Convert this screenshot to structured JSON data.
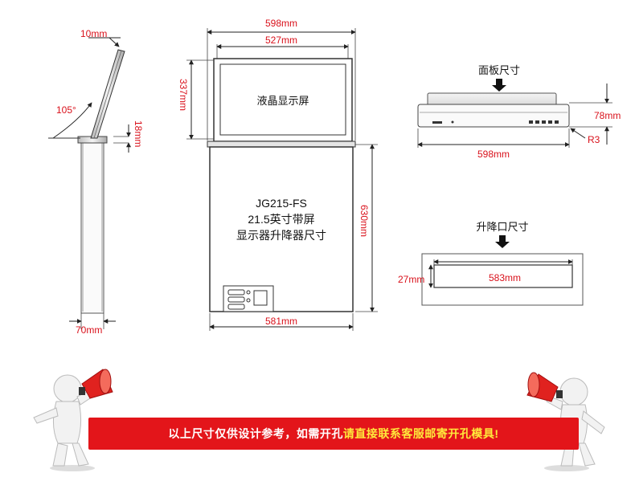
{
  "side_view": {
    "top_width": "10mm",
    "angle": "105°",
    "thickness": "18mm",
    "base_width": "70mm"
  },
  "front_view": {
    "outer_width": "598mm",
    "screen_width": "527mm",
    "screen_height": "337mm",
    "screen_label": "液晶显示屏",
    "model": "JG215-FS",
    "size_line": "21.5英寸带屏",
    "desc_line": "显示器升降器尺寸",
    "body_height": "630mm",
    "body_width": "581mm"
  },
  "panel_view": {
    "title": "面板尺寸",
    "height": "78mm",
    "radius": "R3",
    "width": "598mm"
  },
  "opening_view": {
    "title": "升降口尺寸",
    "height": "27mm",
    "width": "583mm"
  },
  "banner": {
    "white_text": "以上尺寸仅供设计参考，如需开孔",
    "yellow_text": "请直接联系客服邮寄开孔模具!"
  }
}
